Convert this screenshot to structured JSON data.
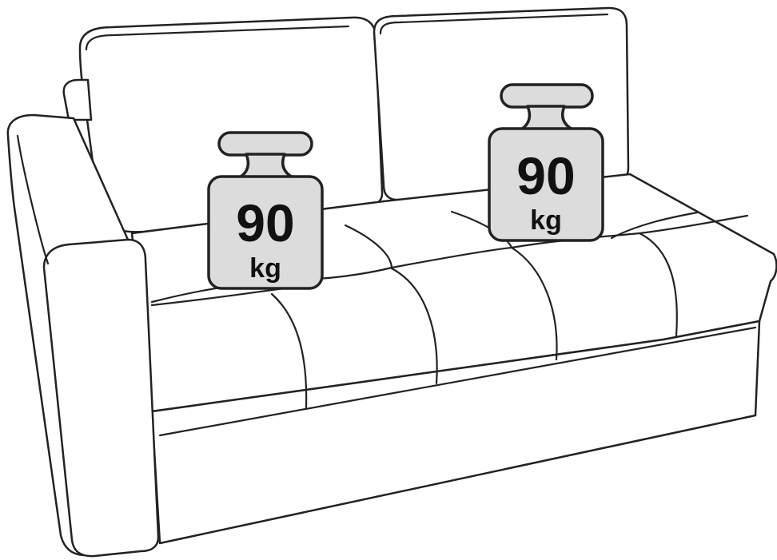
{
  "weights": [
    {
      "value": "90",
      "unit": "kg"
    },
    {
      "value": "90",
      "unit": "kg"
    }
  ],
  "colors": {
    "weight_fill": "#dcdcdc",
    "line": "#222222",
    "background": "#ffffff"
  }
}
